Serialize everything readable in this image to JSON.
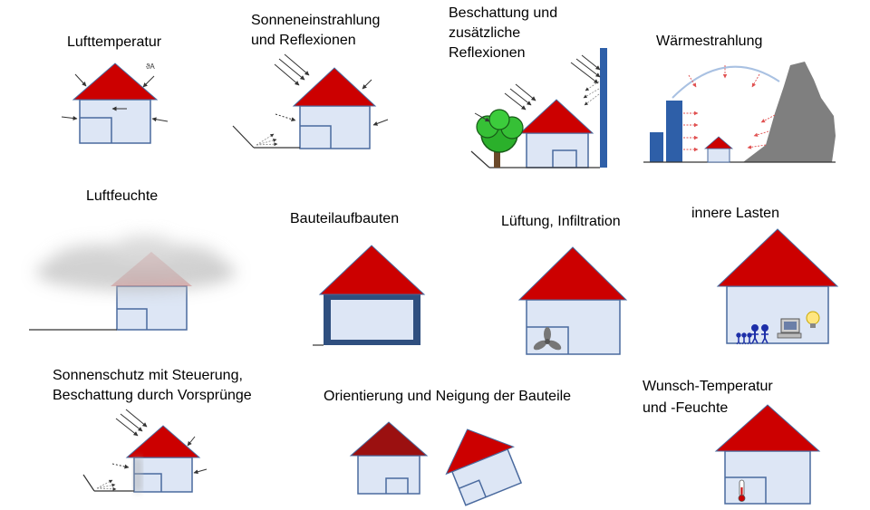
{
  "labels": {
    "lufttemperatur": "Lufttemperatur",
    "sonne_1": "Sonneneinstrahlung",
    "sonne_2": "und Reflexionen",
    "beschattung_1": "Beschattung und",
    "beschattung_2": "zusätzliche",
    "beschattung_3": "Reflexionen",
    "waermestrahlung": "Wärmestrahlung",
    "luftfeuchte": "Luftfeuchte",
    "bauteilaufbauten": "Bauteilaufbauten",
    "lueftung": "Lüftung, Infiltration",
    "innere_lasten": "innere Lasten",
    "sonnenschutz_1": "Sonnenschutz mit Steuerung,",
    "sonnenschutz_2": "Beschattung durch Vorsprünge",
    "orientierung": "Orientierung und Neigung der Bauteile",
    "wunsch_1": "Wunsch-Temperatur",
    "wunsch_2": "und -Feuchte",
    "theta_symbol": "ϑA"
  },
  "colors": {
    "roof": "#cc0000",
    "roof_dark": "#9b1010",
    "wall": "#dde6f5",
    "outline": "#4a6a9e",
    "arrow": "#333333",
    "heat_arrow": "#e05050",
    "building_tall": "#2e5fa8",
    "mountain": "#7f7f7f",
    "thick_wall": "#2f4f7f"
  },
  "icons": [
    "arrow-icon",
    "tree-icon",
    "fan-icon",
    "person-icon",
    "computer-icon",
    "lightbulb-icon",
    "thermometer-icon",
    "cloud-icon"
  ]
}
